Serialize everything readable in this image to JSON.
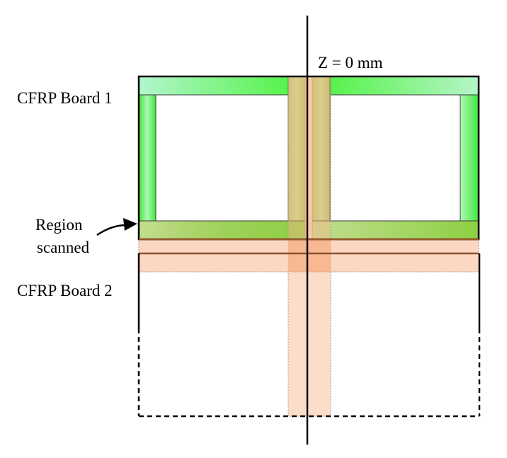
{
  "diagram": {
    "z_label": "Z = 0 mm",
    "board1_label": "CFRP Board 1",
    "board2_label": "CFRP Board 2",
    "region_label_line1": "Region",
    "region_label_line2": "scanned"
  },
  "colors": {
    "green_bright": "#4cf23c",
    "green_light": "#b6f5c8",
    "olive_green": "#9fcf52",
    "salmon": "#fdd3bd",
    "salmon_dark": "#f6b78f",
    "line_brown": "#9a5a2d",
    "black": "#000000"
  }
}
